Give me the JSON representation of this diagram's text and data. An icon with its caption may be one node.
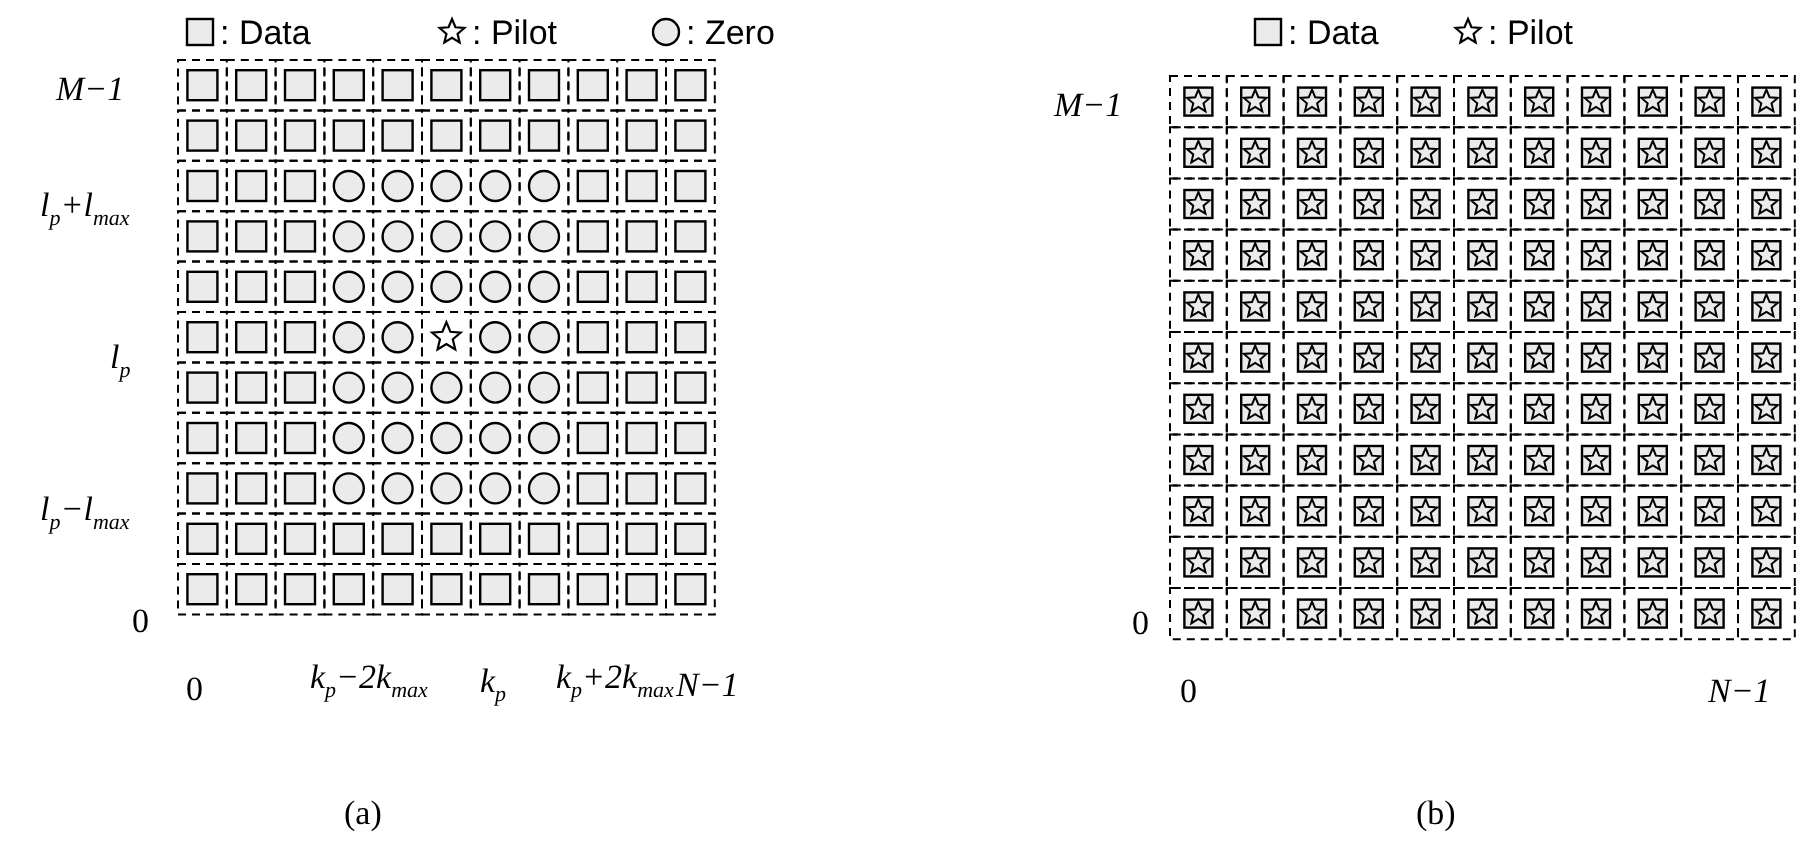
{
  "diagram": {
    "labels": [
      "M−1",
      "l$_{p}$+l$_{max}$",
      "l$_{p}$",
      "l$_{p}$−l$_{max}$",
      "0",
      "0",
      "k$_{p}$−2k$_{max}$",
      "k$_{p}$",
      "k$_{p}$+2k$_{max}$",
      "N−1",
      "(a)",
      "M−1",
      "0",
      "0",
      "N−1",
      "(b)"
    ],
    "legend": [
      {
        "text": ": Data"
      },
      {
        "text": ": Pilot"
      },
      {
        "text": ": Zero"
      },
      {
        "text": ": Data"
      },
      {
        "text": ": Pilot"
      }
    ]
  }
}
